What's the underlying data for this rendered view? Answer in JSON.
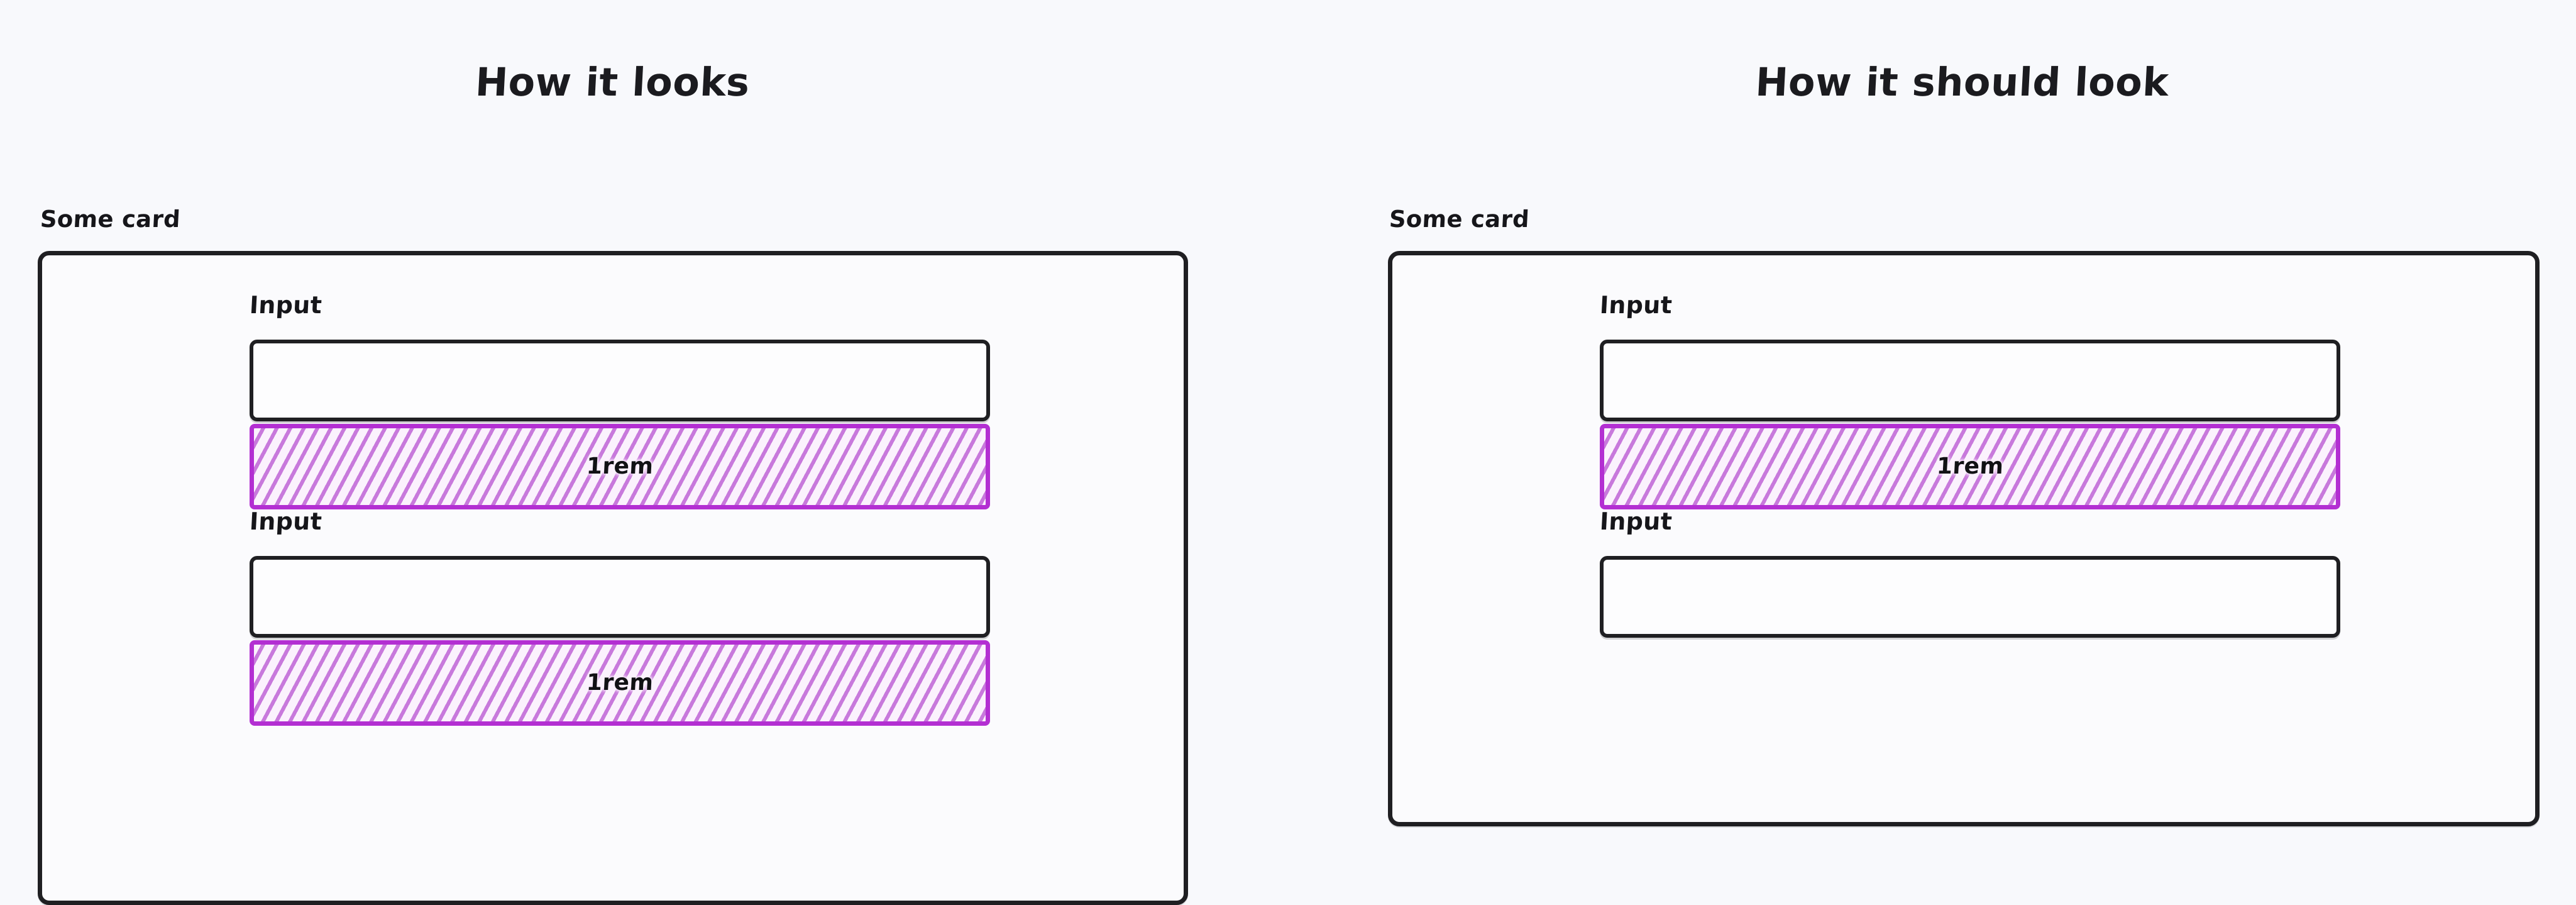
{
  "theme": {
    "page_background": "#f8f9fc",
    "stroke": "#1f1f22",
    "margin_overlay_border": "#b32fd2",
    "margin_overlay_fill": "#fbf2fd",
    "margin_overlay_hatch": "#a92fc7"
  },
  "panels": [
    {
      "id": "how-it-looks",
      "title": "How it looks",
      "card": {
        "label": "Some card",
        "fields": [
          {
            "label": "Input",
            "value": "",
            "placeholder": "",
            "margin_overlay": {
              "visible": true,
              "label": "1rem"
            }
          },
          {
            "label": "Input",
            "value": "",
            "placeholder": "",
            "margin_overlay": {
              "visible": true,
              "label": "1rem"
            }
          }
        ]
      }
    },
    {
      "id": "how-it-should-look",
      "title": "How it should look",
      "card": {
        "label": "Some card",
        "fields": [
          {
            "label": "Input",
            "value": "",
            "placeholder": "",
            "margin_overlay": {
              "visible": true,
              "label": "1rem"
            }
          },
          {
            "label": "Input",
            "value": "",
            "placeholder": "",
            "margin_overlay": {
              "visible": false,
              "label": ""
            }
          }
        ]
      }
    }
  ]
}
